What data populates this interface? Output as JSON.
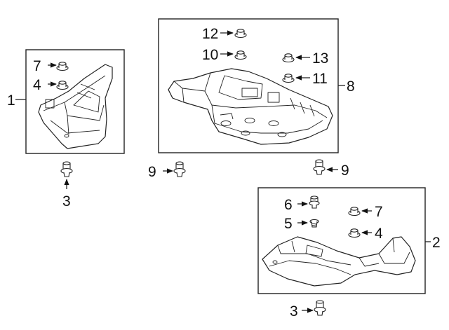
{
  "callouts": {
    "c1": "1",
    "c2": "2",
    "c3_left": "3",
    "c3_bottom": "3",
    "c4_left": "4",
    "c4_right": "4",
    "c5": "5",
    "c6": "6",
    "c7_left": "7",
    "c7_right": "7",
    "c8": "8",
    "c9_left": "9",
    "c9_right": "9",
    "c10": "10",
    "c11": "11",
    "c12": "12",
    "c13": "13"
  }
}
